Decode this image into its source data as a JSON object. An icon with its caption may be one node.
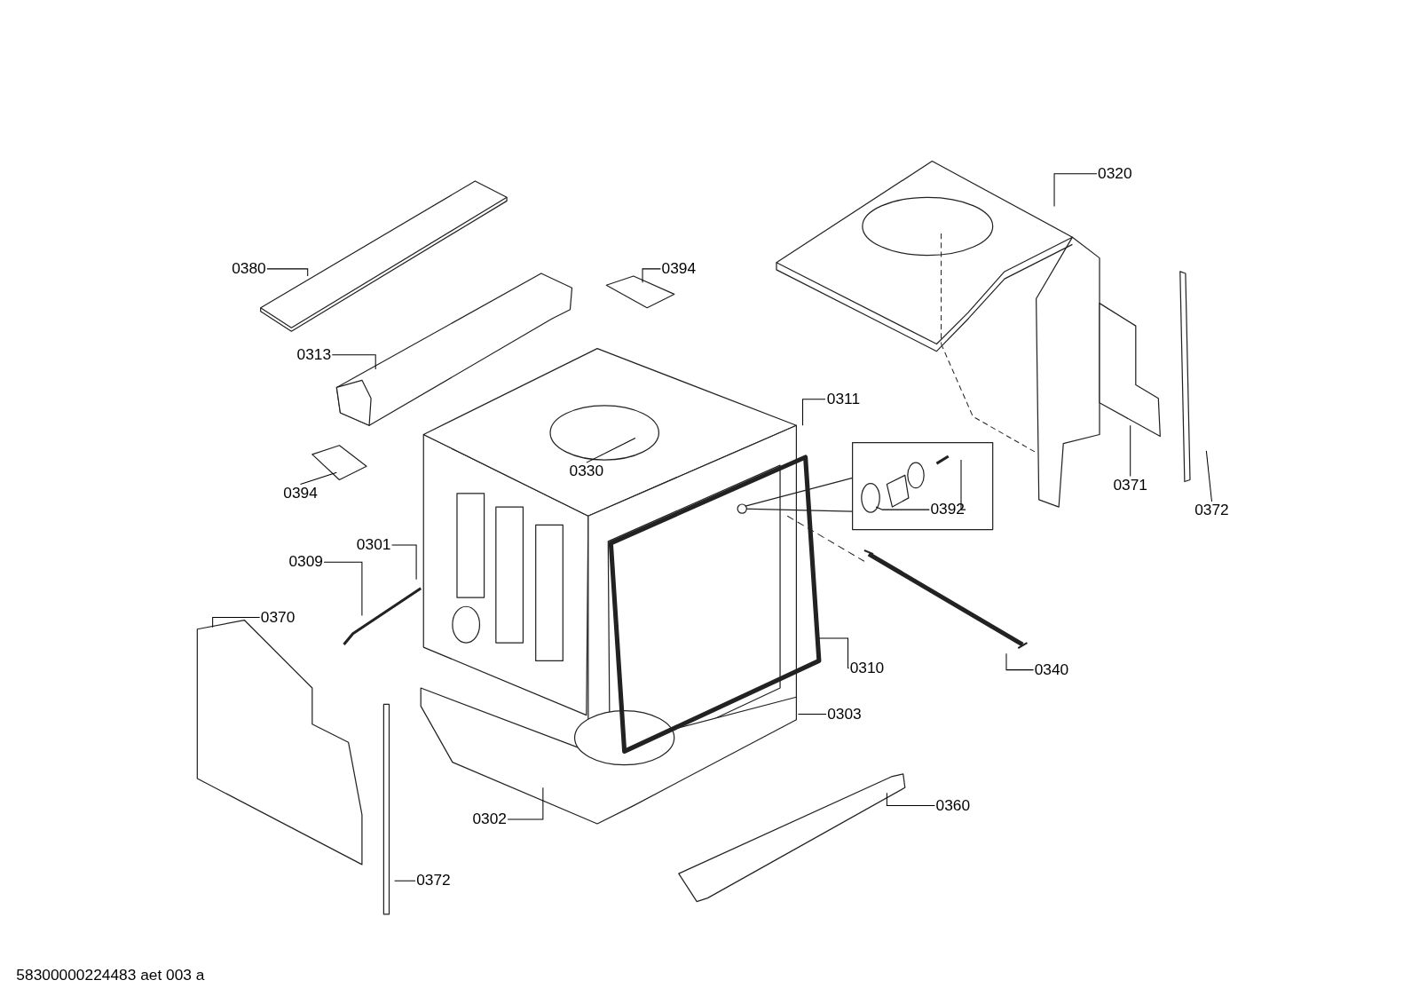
{
  "diagram": {
    "nodes": [
      {
        "text": [
          "0380"
        ]
      },
      {
        "text": [
          "0394"
        ]
      },
      {
        "text": [
          "0320"
        ]
      },
      {
        "text": [
          "0313"
        ]
      },
      {
        "text": [
          "0311"
        ]
      },
      {
        "text": [
          "0330"
        ]
      },
      {
        "text": [
          "0394"
        ]
      },
      {
        "text": [
          "0392"
        ]
      },
      {
        "text": [
          "0371"
        ]
      },
      {
        "text": [
          "0372"
        ]
      },
      {
        "text": [
          "0301"
        ]
      },
      {
        "text": [
          "0309"
        ]
      },
      {
        "text": [
          "0370"
        ]
      },
      {
        "text": [
          "0310"
        ]
      },
      {
        "text": [
          "0340"
        ]
      },
      {
        "text": [
          "0303"
        ]
      },
      {
        "text": [
          "0360"
        ]
      },
      {
        "text": [
          "0302"
        ]
      },
      {
        "text": [
          "0372"
        ]
      }
    ],
    "edges": [
      {
        "from": 0,
        "to": null,
        "arrow": "none"
      },
      {
        "from": 1,
        "to": null,
        "arrow": "none"
      },
      {
        "from": 2,
        "to": null,
        "arrow": "none"
      },
      {
        "from": 3,
        "to": null,
        "arrow": "none"
      },
      {
        "from": 4,
        "to": null,
        "arrow": "none"
      },
      {
        "from": 5,
        "to": null,
        "arrow": "none"
      },
      {
        "from": 6,
        "to": null,
        "arrow": "none"
      },
      {
        "from": 7,
        "to": null,
        "arrow": "none"
      },
      {
        "from": 7,
        "to": null,
        "arrow": "none"
      },
      {
        "from": 8,
        "to": null,
        "arrow": "none"
      },
      {
        "from": 9,
        "to": null,
        "arrow": "none"
      },
      {
        "from": 10,
        "to": null,
        "arrow": "none"
      },
      {
        "from": 11,
        "to": null,
        "arrow": "none"
      },
      {
        "from": 12,
        "to": null,
        "arrow": "none"
      },
      {
        "from": 13,
        "to": null,
        "arrow": "none"
      },
      {
        "from": 14,
        "to": null,
        "arrow": "none"
      },
      {
        "from": 15,
        "to": null,
        "arrow": "none"
      },
      {
        "from": 16,
        "to": null,
        "arrow": "none"
      },
      {
        "from": 17,
        "to": null,
        "arrow": "none"
      },
      {
        "from": 18,
        "to": null,
        "arrow": "none"
      }
    ],
    "labels": [
      "58300000224483 aet 003 a"
    ]
  }
}
